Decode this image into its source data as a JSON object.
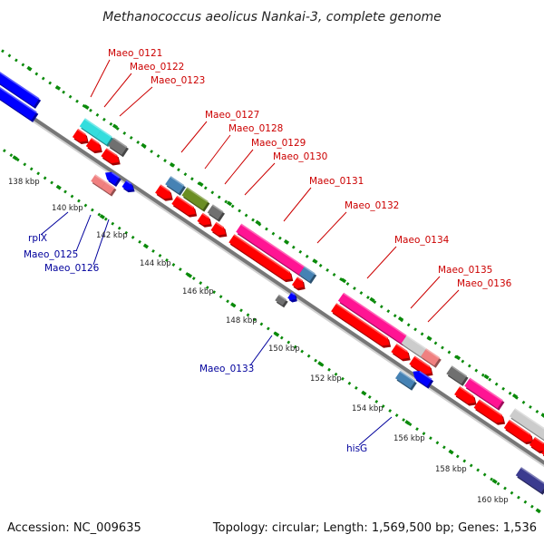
{
  "title": "Methanococcus aeolicus Nankai-3, complete genome",
  "footer": {
    "accession": "Accession: NC_009635",
    "topology": "Topology: circular; Length: 1,569,500 bp; Genes: 1,536"
  },
  "ticks": [
    "138 kbp",
    "140 kbp",
    "142 kbp",
    "144 kbp",
    "146 kbp",
    "148 kbp",
    "150 kbp",
    "152 kbp",
    "154 kbp",
    "156 kbp",
    "158 kbp",
    "160 kbp"
  ],
  "gene_labels_forward": [
    "Maeo_0121",
    "Maeo_0122",
    "Maeo_0123",
    "Maeo_0127",
    "Maeo_0128",
    "Maeo_0129",
    "Maeo_0130",
    "Maeo_0131",
    "Maeo_0132",
    "Maeo_0134",
    "Maeo_0135",
    "Maeo_0136"
  ],
  "gene_labels_reverse": [
    "rplX",
    "Maeo_0125",
    "Maeo_0126",
    "Maeo_0133",
    "hisG"
  ],
  "colors": {
    "cds": "#ff0000",
    "cds_dark": "#b00000",
    "forward_label": "#cc0000",
    "reverse_label": "#00009c",
    "reverse_gene": "#0000ff",
    "backbone": "#8c8c8c",
    "gc_ticks": "#0a8a0a",
    "cyan": "#33dddd",
    "steel": "#4682b4",
    "olive": "#6b8e23",
    "grey": "#707070",
    "magenta": "#ff1493",
    "pink": "#f08080",
    "silver": "#cccccc",
    "navy": "#3b3b8f"
  }
}
